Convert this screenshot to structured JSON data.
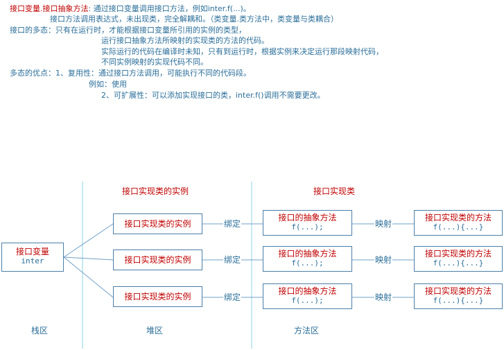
{
  "notes": {
    "line1_red": "接口变量.接口抽象方法",
    "line1_rest": ": 通过接口变量调用接口方法，例如inter.f(...)。",
    "line2": "接口方法调用表达式，未出现类，完全解耦和。（类变量.类方法中，类变量与类耦合）",
    "line3": "接口的多态：只有在运行时，才能根据接口变量所引用的实例的类型，",
    "line4": "运行接口抽象方法所映射的实现类的方法的代码。",
    "line5": "实际运行的代码在编译时未知，只有到运行时，根据实例来决定运行那段映射代码，",
    "line6": "不同实例映射的实现代码不同。",
    "line7": "多态的优点：1、复用性：通过接口方法调用，可能执行不同的代码段。",
    "line8": "例如：使用",
    "line9": "2、可扩展性：可以添加实现接口的类，inter.f()调用不需要更改。"
  },
  "diagram": {
    "heap_header": "接口实现类的实例",
    "method_header": "接口实现类",
    "stack_box": {
      "title": "接口变量",
      "sub": "inter"
    },
    "instances": [
      "接口实现类的实例",
      "接口实现类的实例",
      "接口实现类的实例"
    ],
    "bind_label": "绑定",
    "abstract_methods": [
      {
        "title": "接口的抽象方法",
        "sub": "f(...);"
      },
      {
        "title": "接口的抽象方法",
        "sub": "f(...);"
      },
      {
        "title": "接口的抽象方法",
        "sub": "f(...);"
      }
    ],
    "map_label": "映射",
    "impl_methods": [
      {
        "title": "接口实现类的方法",
        "sub": "f(...){...}"
      },
      {
        "title": "接口实现类的方法",
        "sub": "f(...){...}"
      },
      {
        "title": "接口实现类的方法",
        "sub": "f(...){...}"
      }
    ],
    "zones": [
      "栈区",
      "堆区",
      "方法区"
    ]
  }
}
